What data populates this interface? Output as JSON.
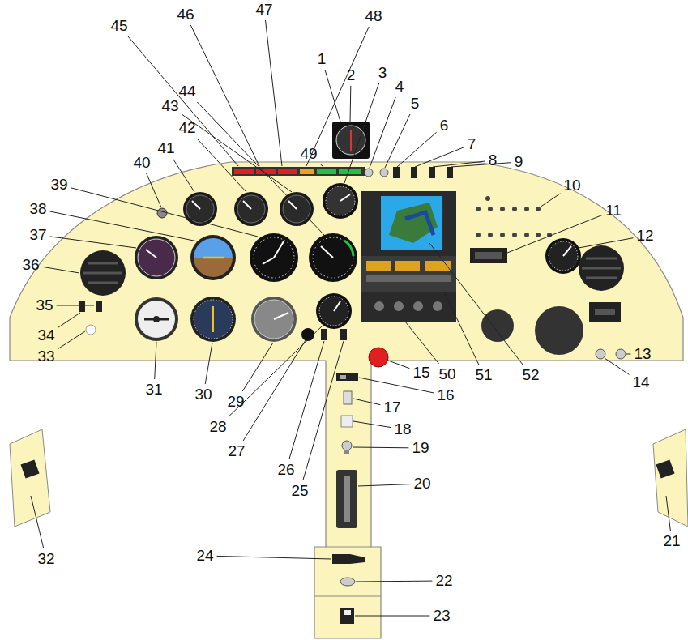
{
  "diagram": {
    "labels": [
      "1",
      "2",
      "3",
      "4",
      "5",
      "6",
      "7",
      "8",
      "9",
      "10",
      "11",
      "12",
      "13",
      "14",
      "15",
      "16",
      "17",
      "18",
      "19",
      "20",
      "21",
      "22",
      "23",
      "24",
      "25",
      "26",
      "27",
      "28",
      "29",
      "30",
      "31",
      "32",
      "33",
      "34",
      "35",
      "36",
      "37",
      "38",
      "39",
      "40",
      "41",
      "42",
      "43",
      "44",
      "45",
      "46",
      "47",
      "48",
      "49",
      "50",
      "51",
      "52"
    ]
  }
}
